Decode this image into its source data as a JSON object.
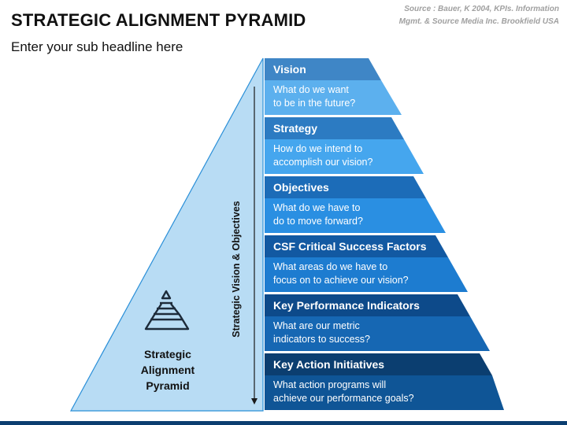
{
  "header": {
    "title": "STRATEGIC ALIGNMENT PYRAMID",
    "subtitle": "Enter your sub headline here",
    "source_line1": "Source : Bauer, K 2004, KPIs. Information",
    "source_line2": "Mgmt. & Source Media Inc. Brookfield USA"
  },
  "side": {
    "label_line1": "Strategic",
    "label_line2": "Alignment",
    "label_line3": "Pyramid",
    "vertical_text": "Strategic Vision & Objectives"
  },
  "tiers": [
    {
      "title": "Vision",
      "line1": "What do we want",
      "line2": "to be in the future?"
    },
    {
      "title": "Strategy",
      "line1": "How do we intend to",
      "line2": "accomplish our vision?"
    },
    {
      "title": "Objectives",
      "line1": "What do we have to",
      "line2": "do to move forward?"
    },
    {
      "title": "CSF Critical Success Factors",
      "line1": "What areas do we have to",
      "line2": "focus on to achieve our vision?"
    },
    {
      "title": "Key Performance Indicators",
      "line1": "What are our metric",
      "line2": "indicators to success?"
    },
    {
      "title": "Key Action Initiatives",
      "line1": "What action programs will",
      "line2": "achieve our performance goals?"
    }
  ],
  "colors": {
    "left_face": "#b8dcf4",
    "left_stroke": "#2a8fd8",
    "tier_heads": [
      "#3f86c6",
      "#2c7bc2",
      "#1c6cb8",
      "#1259a2",
      "#0d4a8a",
      "#0b3e70"
    ],
    "tier_descs": [
      "#5cb0ee",
      "#45a6ee",
      "#2a8fe2",
      "#1d7cd0",
      "#1667b3",
      "#0f5596"
    ]
  }
}
